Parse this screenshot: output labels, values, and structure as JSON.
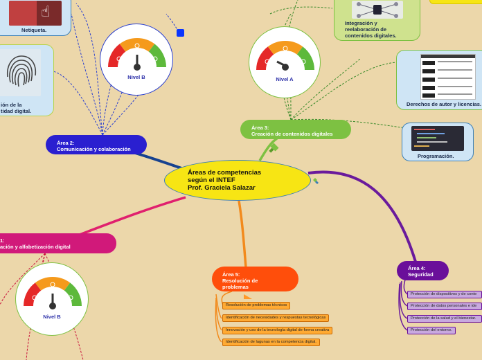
{
  "central": {
    "title": "Áreas de competencias\nsegún el INTEF\nProf. Graciela Salazar"
  },
  "areas": {
    "area1": "1:\nación y alfabetización digital",
    "area2": "Área 2:\nComunicación y colaboración",
    "area3": "Área 3:\nCreación de contenidos digitales",
    "area4": "Área 4:\nSeguridad",
    "area5": "Área 5:\nResolución de\nproblemas"
  },
  "gauges": {
    "g_area2": "Nivel B",
    "g_area3": "Nivel A",
    "g_area1": "Nivel B"
  },
  "cards": {
    "netiqueta": "Netiqueta.",
    "identidad": "ión de la\ntidad digital.",
    "integracion": "Integración y\nreelaboración de\ncontenidos digitales.",
    "derechos": "Derechos de autor y licencias.",
    "programacion": "Programación."
  },
  "resolucion_items": [
    "Resolución de problemas técnicos",
    "Identificación de necesidades y respuestas tecnológicas",
    "Innovación y uso de la tecnología digital de forma creativa",
    "Identificación de lagunas en la competencia digital."
  ],
  "seguridad_items": [
    "Protección de dispositivos y de conte",
    "Protección de datos personales e ide",
    "Protección de la salud y el bienestar.",
    "Protección del entorno."
  ],
  "colors": {
    "background": "#ecd7aa",
    "area1": "#d1197a",
    "area2": "#2a1fd0",
    "area3": "#7dc142",
    "area4": "#6a0f9a",
    "area5": "#ff4e0b",
    "central": "#f7e514"
  }
}
